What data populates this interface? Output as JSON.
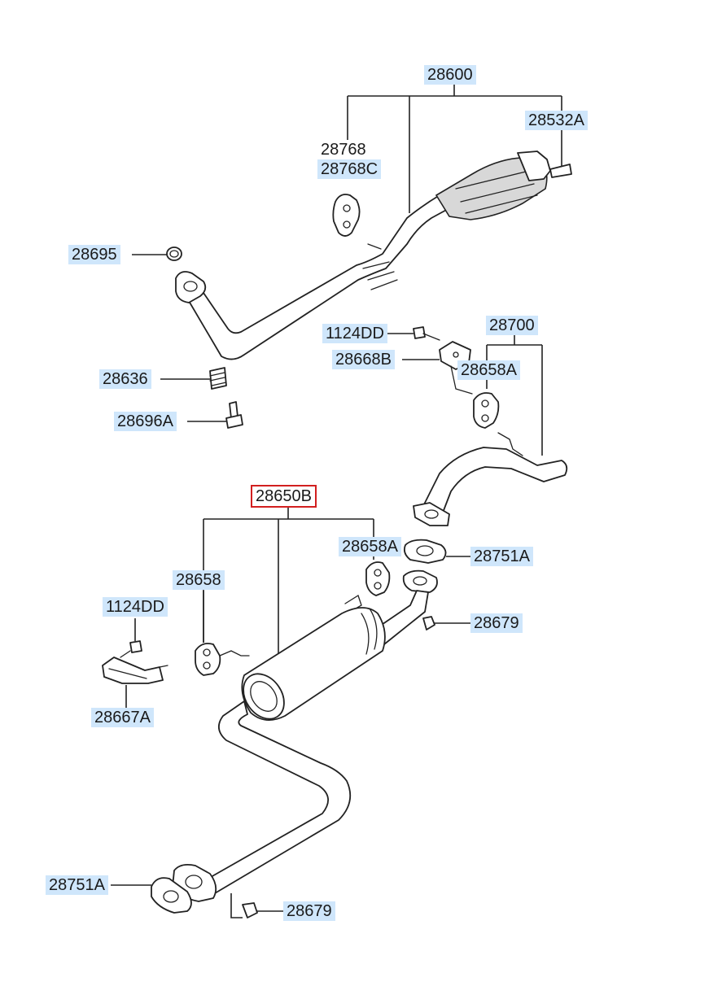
{
  "labels": {
    "p28600": "28600",
    "p28532A": "28532A",
    "p28768": "28768",
    "p28768C": "28768C",
    "p28695": "28695",
    "p28636": "28636",
    "p28696A": "28696A",
    "p1124DD_top": "1124DD",
    "p28668B": "28668B",
    "p28700": "28700",
    "p28658A_top": "28658A",
    "p28650B": "28650B",
    "p28658A_mid": "28658A",
    "p28751A_right": "28751A",
    "p28658": "28658",
    "p1124DD_left": "1124DD",
    "p28679_right": "28679",
    "p28667A": "28667A",
    "p28751A_bottom": "28751A",
    "p28679_bottom": "28679"
  },
  "colors": {
    "label_background": "#cfe6fb",
    "selected_outline": "#d21f1f",
    "line": "#222222"
  },
  "selected_part": "28650B"
}
